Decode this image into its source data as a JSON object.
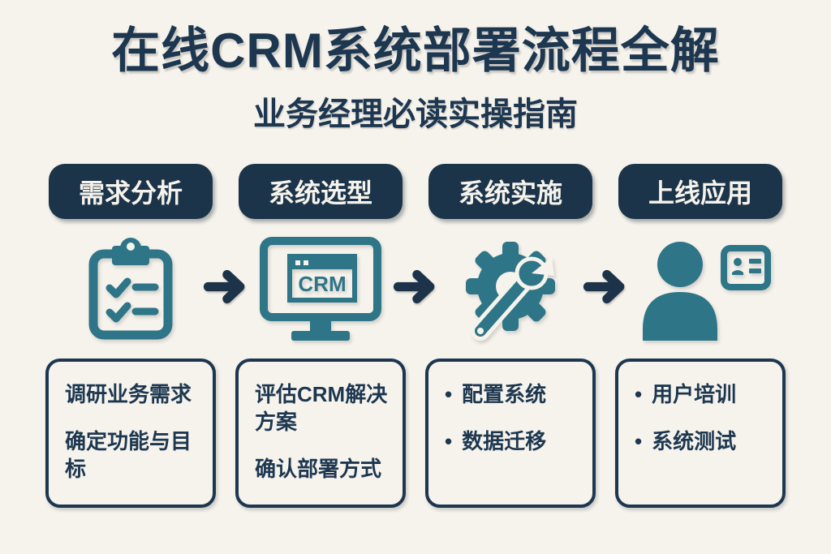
{
  "colors": {
    "background": "#f6f3ec",
    "navy": "#1d3750",
    "badge_fill": "#1c3449",
    "teal": "#2e7588",
    "badge_text": "#f6f3ec"
  },
  "header": {
    "title": "在线CRM系统部署流程全解",
    "subtitle": "业务经理必读实操指南"
  },
  "bullet_char": "•",
  "stages": [
    {
      "badge": "需求分析",
      "icon": "clipboard-checklist-icon",
      "items": [
        "调研业务需求",
        "确定功能与目标"
      ]
    },
    {
      "badge": "系统选型",
      "icon": "crm-monitor-icon",
      "monitor_label": "CRM",
      "items": [
        "评估CRM解决方案",
        "确认部署方式"
      ]
    },
    {
      "badge": "系统实施",
      "icon": "gear-wrench-icon",
      "items": [
        "配置系统",
        "数据迁移"
      ]
    },
    {
      "badge": "上线应用",
      "icon": "user-idcard-icon",
      "items": [
        "用户培训",
        "系统测试"
      ]
    }
  ]
}
